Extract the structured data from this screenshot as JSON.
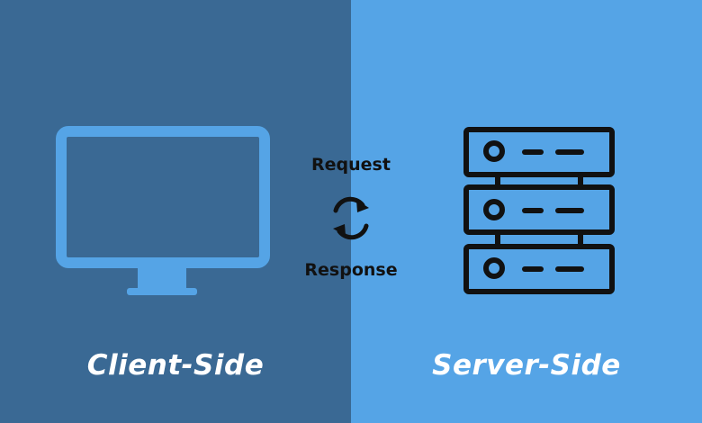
{
  "colors": {
    "left_bg": "#3a6994",
    "right_bg": "#55a4e6",
    "monitor": "#55a4e6",
    "server": "#111111"
  },
  "client": {
    "label": "Client-Side",
    "icon": "monitor-icon"
  },
  "server": {
    "label": "Server-Side",
    "icon": "server-rack-icon"
  },
  "exchange": {
    "request_label": "Request",
    "response_label": "Response",
    "icon": "sync-arrows-icon"
  }
}
